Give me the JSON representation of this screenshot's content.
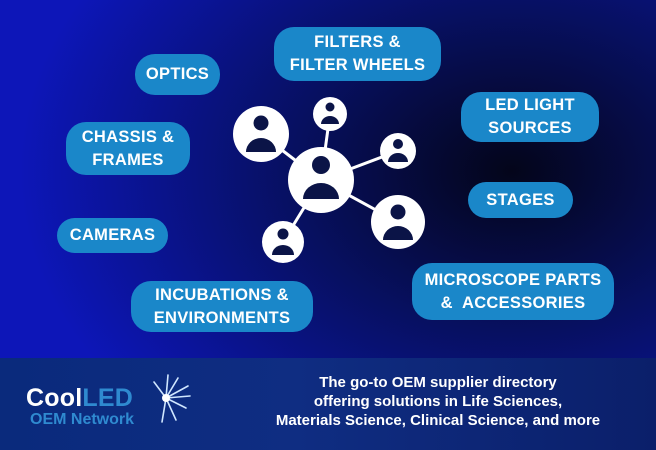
{
  "categories": [
    {
      "id": "filters",
      "lines": [
        "FILTERS &",
        "FILTER WHEELS"
      ]
    },
    {
      "id": "optics",
      "lines": [
        "OPTICS"
      ]
    },
    {
      "id": "led",
      "lines": [
        "LED LIGHT",
        "SOURCES"
      ]
    },
    {
      "id": "chassis",
      "lines": [
        "CHASSIS &",
        "FRAMES"
      ]
    },
    {
      "id": "stages",
      "lines": [
        "STAGES"
      ]
    },
    {
      "id": "cameras",
      "lines": [
        "CAMERAS"
      ]
    },
    {
      "id": "microscope",
      "lines": [
        "MICROSCOPE PARTS",
        "&  ACCESSORIES"
      ]
    },
    {
      "id": "incubations",
      "lines": [
        "INCUBATIONS &",
        "ENVIRONMENTS"
      ]
    }
  ],
  "brand": {
    "logo_text_part1": "Cool",
    "logo_text_part2": "LED",
    "subtitle": "OEM Network"
  },
  "tagline": [
    "The go-to OEM supplier directory",
    "offering solutions in Life Sciences,",
    "Materials Science, Clinical Science, and more"
  ],
  "colors": {
    "pill": "#1a87c9",
    "brand_blue": "#2f8ad0",
    "background_dark": "#04051a",
    "background_blue": "#0d16b8",
    "node": "#ffffff",
    "person_icon": "#0b1447"
  },
  "icons": [
    "people-network-icon",
    "person-icon",
    "starburst-icon"
  ]
}
